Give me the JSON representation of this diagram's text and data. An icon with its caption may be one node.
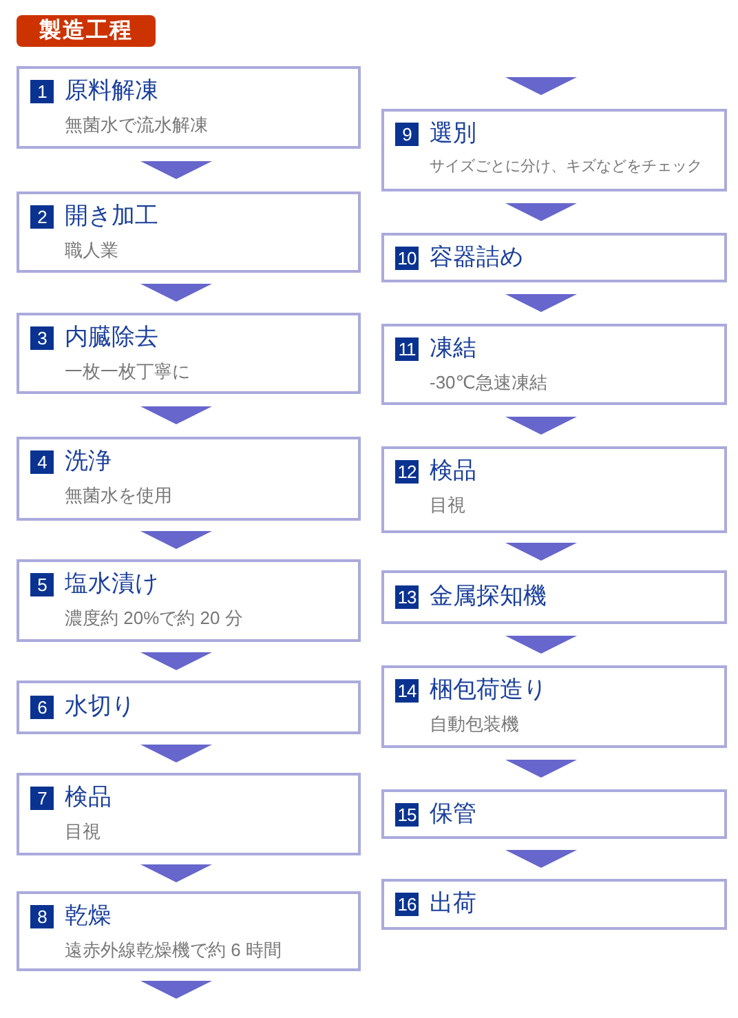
{
  "diagram": {
    "title": "製造工程",
    "nodes": [
      {
        "text": [
          "1",
          "原料解凍",
          "無菌水で流水解凍"
        ]
      },
      {
        "text": [
          "2",
          "開き加工",
          "職人業"
        ]
      },
      {
        "text": [
          "3",
          "内臓除去",
          "一枚一枚丁寧に"
        ]
      },
      {
        "text": [
          "4",
          "洗浄",
          "無菌水を使用"
        ]
      },
      {
        "text": [
          "5",
          "塩水漬け",
          "濃度約 20%で約 20 分"
        ]
      },
      {
        "text": [
          "6",
          "水切り"
        ]
      },
      {
        "text": [
          "7",
          "検品",
          "目視"
        ]
      },
      {
        "text": [
          "8",
          "乾燥",
          "遠赤外線乾燥機で約 6 時間"
        ]
      },
      {
        "text": [
          "9",
          "選別",
          "サイズごとに分け、キズなどをチェック"
        ]
      },
      {
        "text": [
          "10",
          "容器詰め"
        ]
      },
      {
        "text": [
          "11",
          "凍結",
          "-30℃急速凍結"
        ]
      },
      {
        "text": [
          "12",
          "検品",
          "目視"
        ]
      },
      {
        "text": [
          "13",
          "金属探知機"
        ]
      },
      {
        "text": [
          "14",
          "梱包荷造り",
          "自動包装機"
        ]
      },
      {
        "text": [
          "15",
          "保管"
        ]
      },
      {
        "text": [
          "16",
          "出荷"
        ]
      }
    ],
    "edges": [
      {
        "from": 0,
        "to": 1,
        "arrow": "to"
      },
      {
        "from": 1,
        "to": 2,
        "arrow": "to"
      },
      {
        "from": 2,
        "to": 3,
        "arrow": "to"
      },
      {
        "from": 3,
        "to": 4,
        "arrow": "to"
      },
      {
        "from": 4,
        "to": 5,
        "arrow": "to"
      },
      {
        "from": 5,
        "to": 6,
        "arrow": "to"
      },
      {
        "from": 6,
        "to": 7,
        "arrow": "to"
      },
      {
        "from": 7,
        "to": null,
        "arrow": "to"
      },
      {
        "from": null,
        "to": 8,
        "arrow": "to"
      },
      {
        "from": 8,
        "to": 9,
        "arrow": "to"
      },
      {
        "from": 9,
        "to": 10,
        "arrow": "to"
      },
      {
        "from": 10,
        "to": 11,
        "arrow": "to"
      },
      {
        "from": 11,
        "to": 12,
        "arrow": "to"
      },
      {
        "from": 12,
        "to": 13,
        "arrow": "to"
      },
      {
        "from": 13,
        "to": 14,
        "arrow": "to"
      },
      {
        "from": 14,
        "to": 15,
        "arrow": "to"
      }
    ]
  }
}
